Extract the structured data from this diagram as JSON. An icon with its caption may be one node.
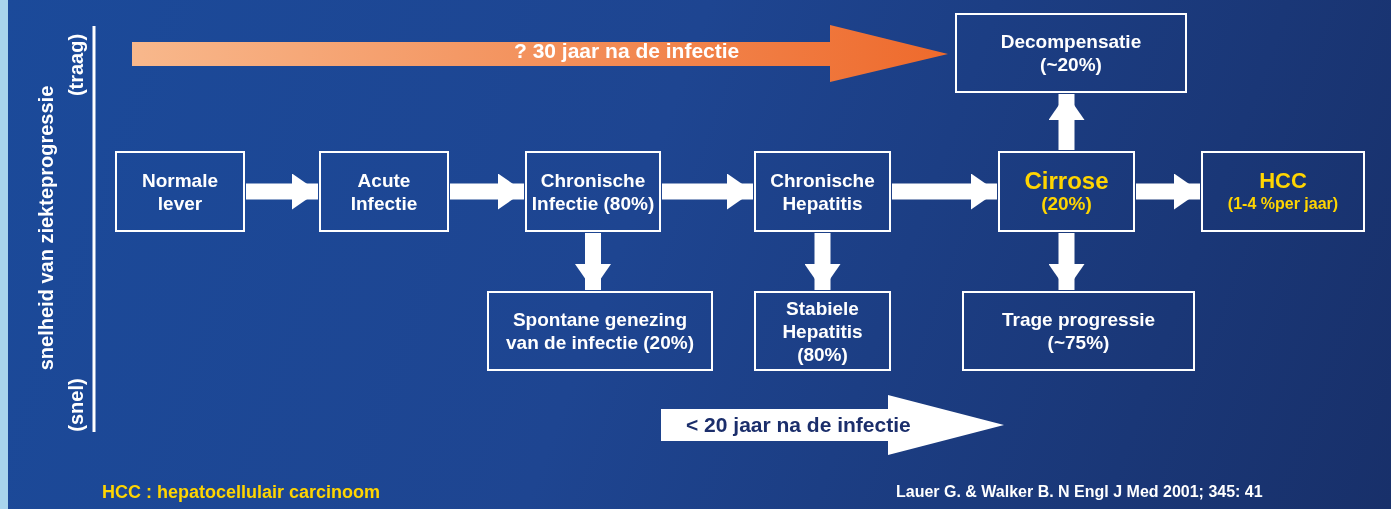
{
  "diagram": {
    "nodes": [
      {
        "text": [
          "Normale lever"
        ]
      },
      {
        "text": [
          "Acute Infectie"
        ]
      },
      {
        "text": [
          "Chronische Infectie (80%)"
        ]
      },
      {
        "text": [
          "Chronische Hepatitis"
        ]
      },
      {
        "text": [
          "Cirrose",
          "(20%)"
        ]
      },
      {
        "text": [
          "HCC",
          "(1-4 %per jaar)"
        ]
      },
      {
        "text": [
          "Decompensatie (~20%)"
        ]
      },
      {
        "text": [
          "Spontane genezing van de infectie (20%)"
        ]
      },
      {
        "text": [
          "Stabiele Hepatitis (80%)"
        ]
      },
      {
        "text": [
          "Trage progressie (~75%)"
        ]
      }
    ],
    "edges": [
      {
        "from": 0,
        "to": 1,
        "arrow": "to"
      },
      {
        "from": 1,
        "to": 2,
        "arrow": "to"
      },
      {
        "from": 2,
        "to": 3,
        "arrow": "to"
      },
      {
        "from": 3,
        "to": 4,
        "arrow": "to"
      },
      {
        "from": 4,
        "to": 5,
        "arrow": "to"
      },
      {
        "from": 2,
        "to": 7,
        "arrow": "to"
      },
      {
        "from": 3,
        "to": 8,
        "arrow": "to"
      },
      {
        "from": 4,
        "to": 9,
        "arrow": "to"
      },
      {
        "from": 4,
        "to": 6,
        "arrow": "to"
      }
    ],
    "labels": [
      "snelheid van ziekteprogressie",
      "(traag)",
      "(snel)",
      "? 30 jaar na de infectie",
      "< 20 jaar na de infectie",
      "HCC : hepatocellulair carcinoom",
      "Lauer G. & Walker B. N Engl J Med 2001; 345: 41"
    ]
  }
}
